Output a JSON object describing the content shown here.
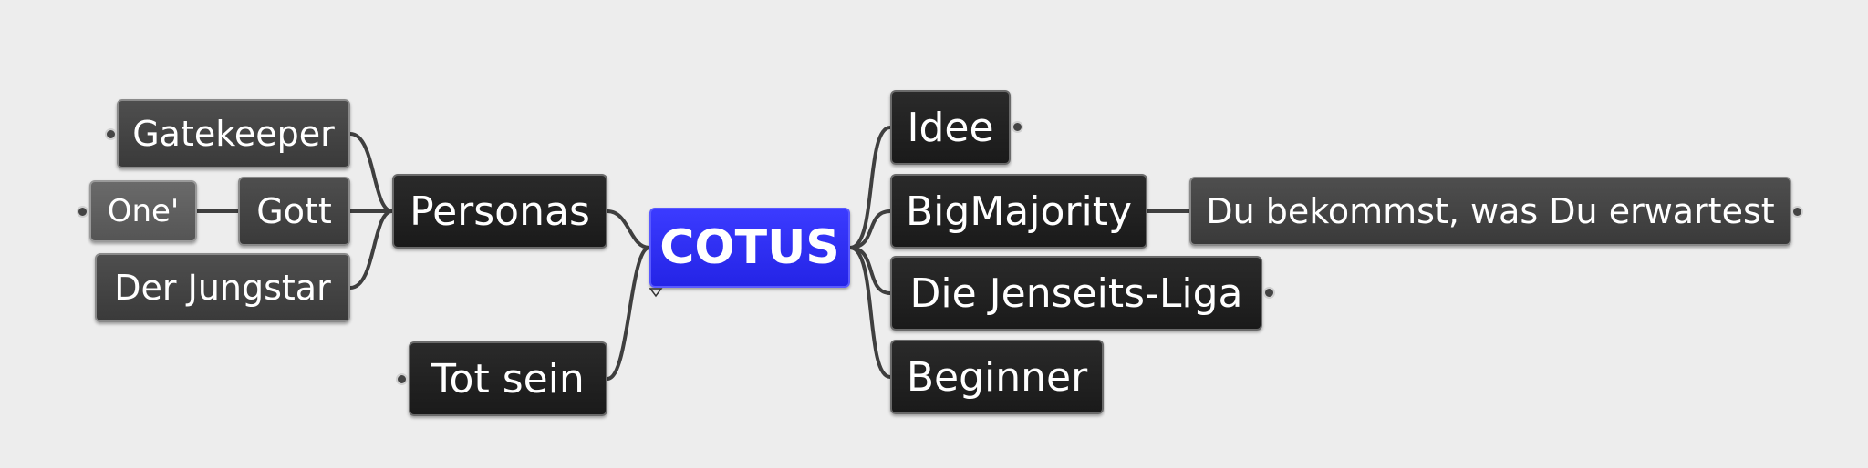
{
  "root": {
    "label": "COTUS",
    "color": "#2a2aee"
  },
  "left": {
    "personas": {
      "label": "Personas",
      "children": {
        "gatekeeper": "Gatekeeper",
        "gott": {
          "label": "Gott",
          "child": "One'"
        },
        "jungstar": "Der Jungstar"
      }
    },
    "tot_sein": "Tot sein"
  },
  "right": {
    "idee": "Idee",
    "bigmajority": {
      "label": "BigMajority",
      "child": "Du bekommst, was Du erwartest"
    },
    "jenseits": "Die Jenseits-Liga",
    "beginner": "Beginner"
  },
  "colors": {
    "link": "#3f3f3f",
    "node_dark": "#1f1f1f",
    "node_mid": "#444444",
    "background": "#ededed"
  }
}
